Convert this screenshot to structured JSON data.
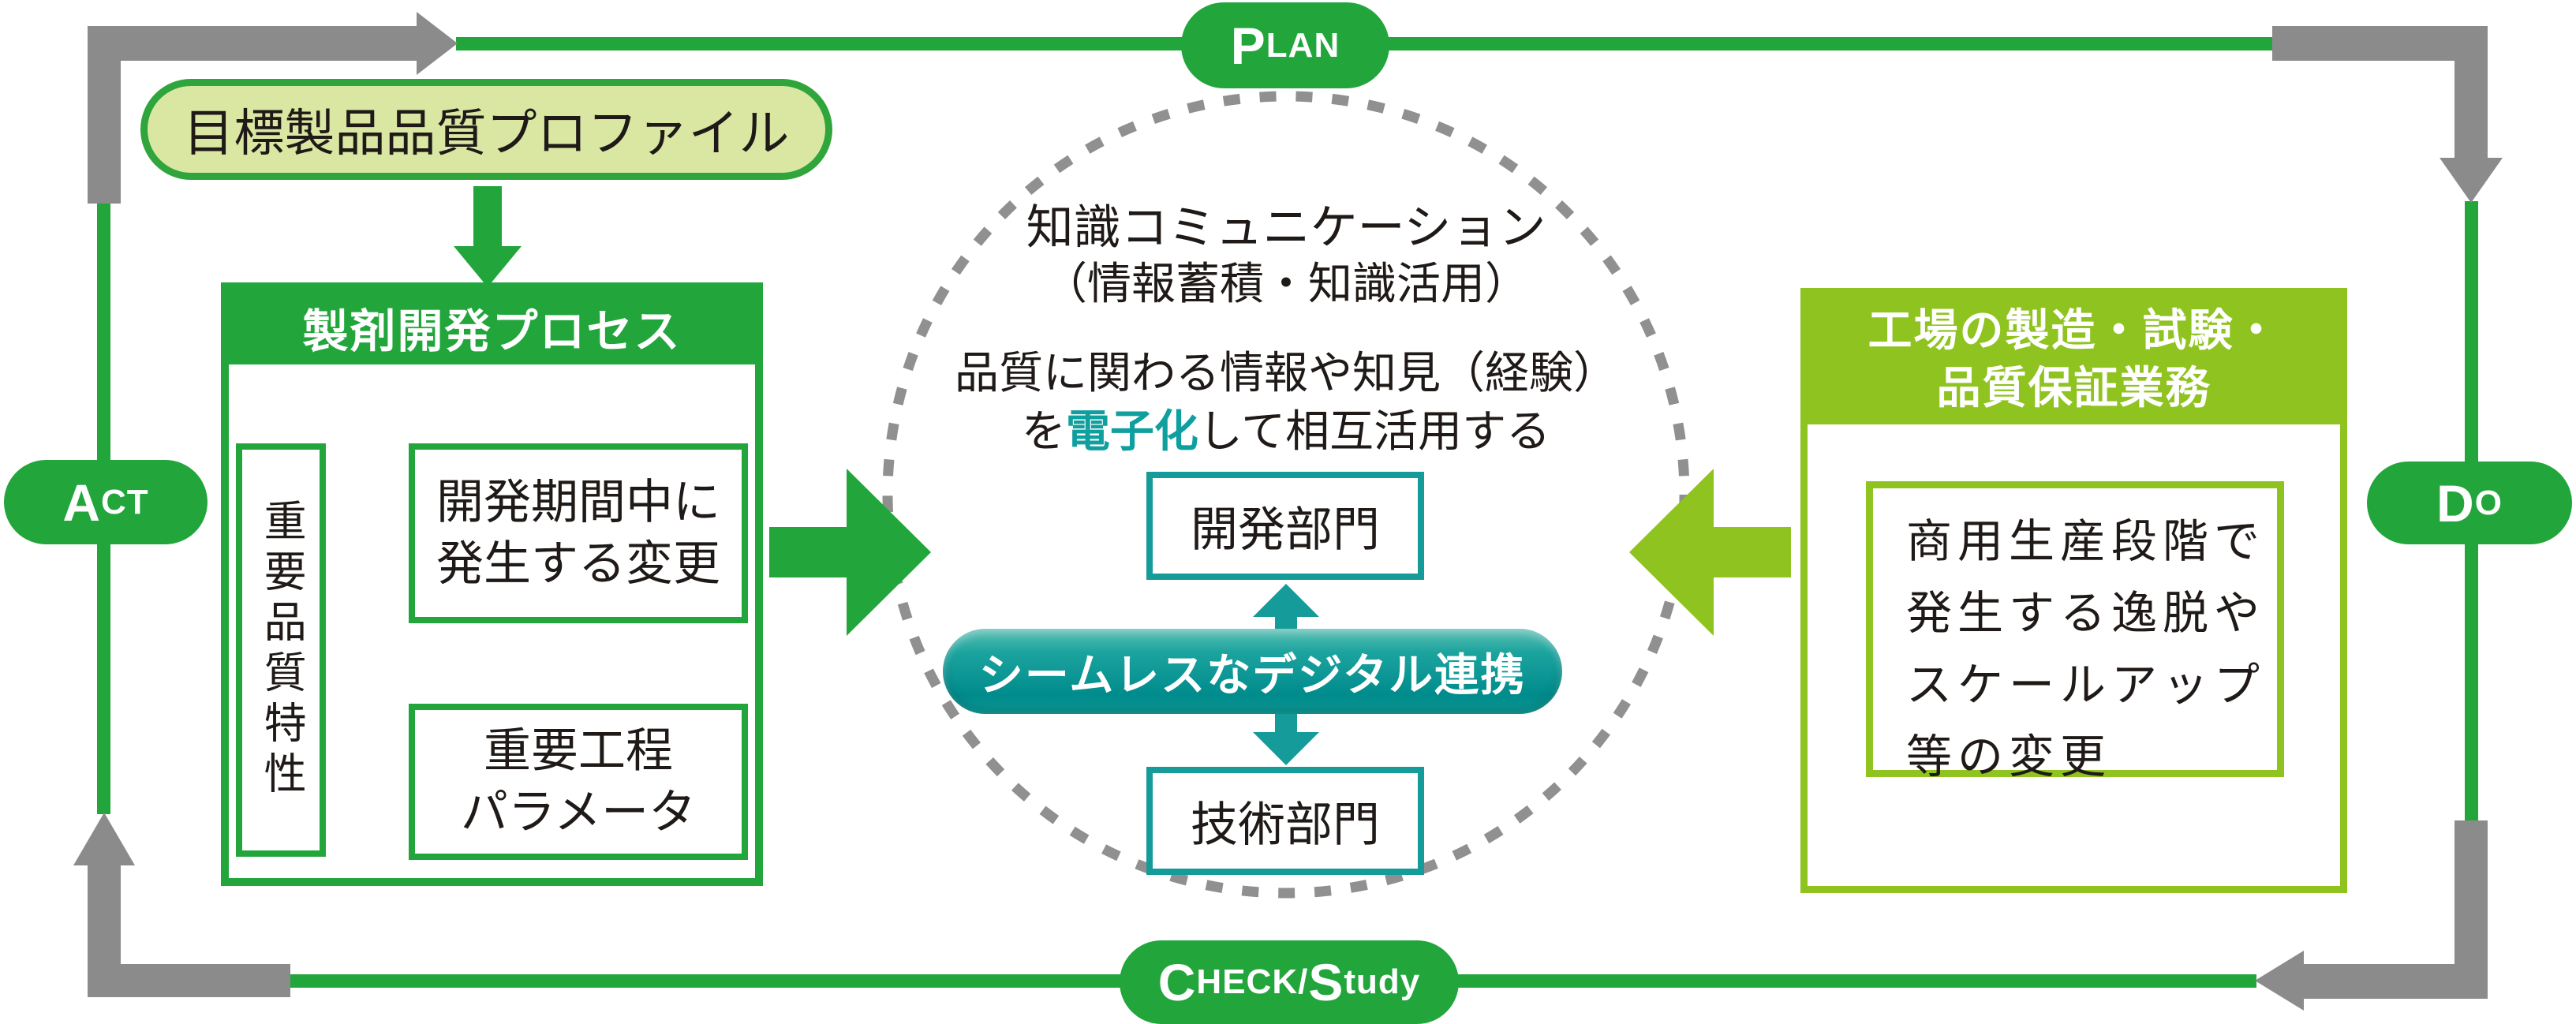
{
  "colors": {
    "green": "#22a63c",
    "lime": "#8fc31f",
    "teal": "#169b9b",
    "gray": "#8b8b8b",
    "pale_green_fill": "#d9e7a3",
    "text_black": "#1f1a17"
  },
  "cycle": {
    "plan": {
      "big": "P",
      "small": "LAN"
    },
    "do": {
      "big": "D",
      "small": "O"
    },
    "act": {
      "big": "A",
      "small": "CT"
    },
    "check_study": {
      "big1": "C",
      "small1": "HECK/",
      "big2": "S",
      "small2": "tudy"
    }
  },
  "target_profile": {
    "label": "目標製品品質プロファイル"
  },
  "dev_process": {
    "title": "製剤開発プロセス",
    "cqa_label": "重要品質特性",
    "change_line1": "開発期間中に",
    "change_line2": "発生する変更",
    "cpp_line1": "重要工程",
    "cpp_line2": "パラメータ"
  },
  "knowledge": {
    "line1": "知識コミュニケーション",
    "line2": "（情報蓄積・知識活用）",
    "line3": "品質に関わる情報や知見（経験）",
    "line4_pre": "を",
    "line4_em": "電子化",
    "line4_post": "して相互活用する",
    "dev_dept": "開発部門",
    "pill": "シームレスなデジタル連携",
    "tech_dept": "技術部門"
  },
  "factory": {
    "title_line1": "工場の製造・試験・",
    "title_line2": "品質保証業務",
    "body_line1": "商用生産段階で",
    "body_line2": "発生する逸脱や",
    "body_line3": "スケールアップ",
    "body_line4": "等の変更"
  }
}
